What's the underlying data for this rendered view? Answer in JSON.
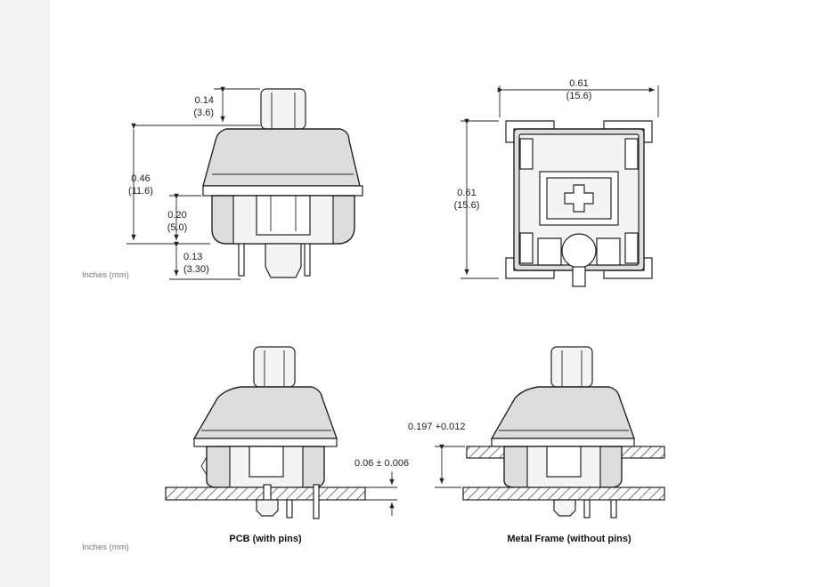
{
  "side_view": {
    "dim_stem_in": "0.14",
    "dim_stem_mm": "(3.6)",
    "dim_height_in": "0.46",
    "dim_height_mm": "(11.6)",
    "dim_lower_in": "0.20",
    "dim_lower_mm": "(5.0)",
    "dim_pin_in": "0.13",
    "dim_pin_mm": "(3.30)",
    "units": "Inches (mm)"
  },
  "top_view": {
    "dim_width_in": "0.61",
    "dim_width_mm": "(15.6)",
    "dim_depth_in": "0.61",
    "dim_depth_mm": "(15.6)"
  },
  "pcb_view": {
    "dim_gap": "0.06 ± 0.006",
    "caption": "PCB (with pins)",
    "units": "Inches (mm)"
  },
  "frame_view": {
    "dim_plate": "0.197 +0.012",
    "caption": "Metal Frame (without pins)"
  }
}
